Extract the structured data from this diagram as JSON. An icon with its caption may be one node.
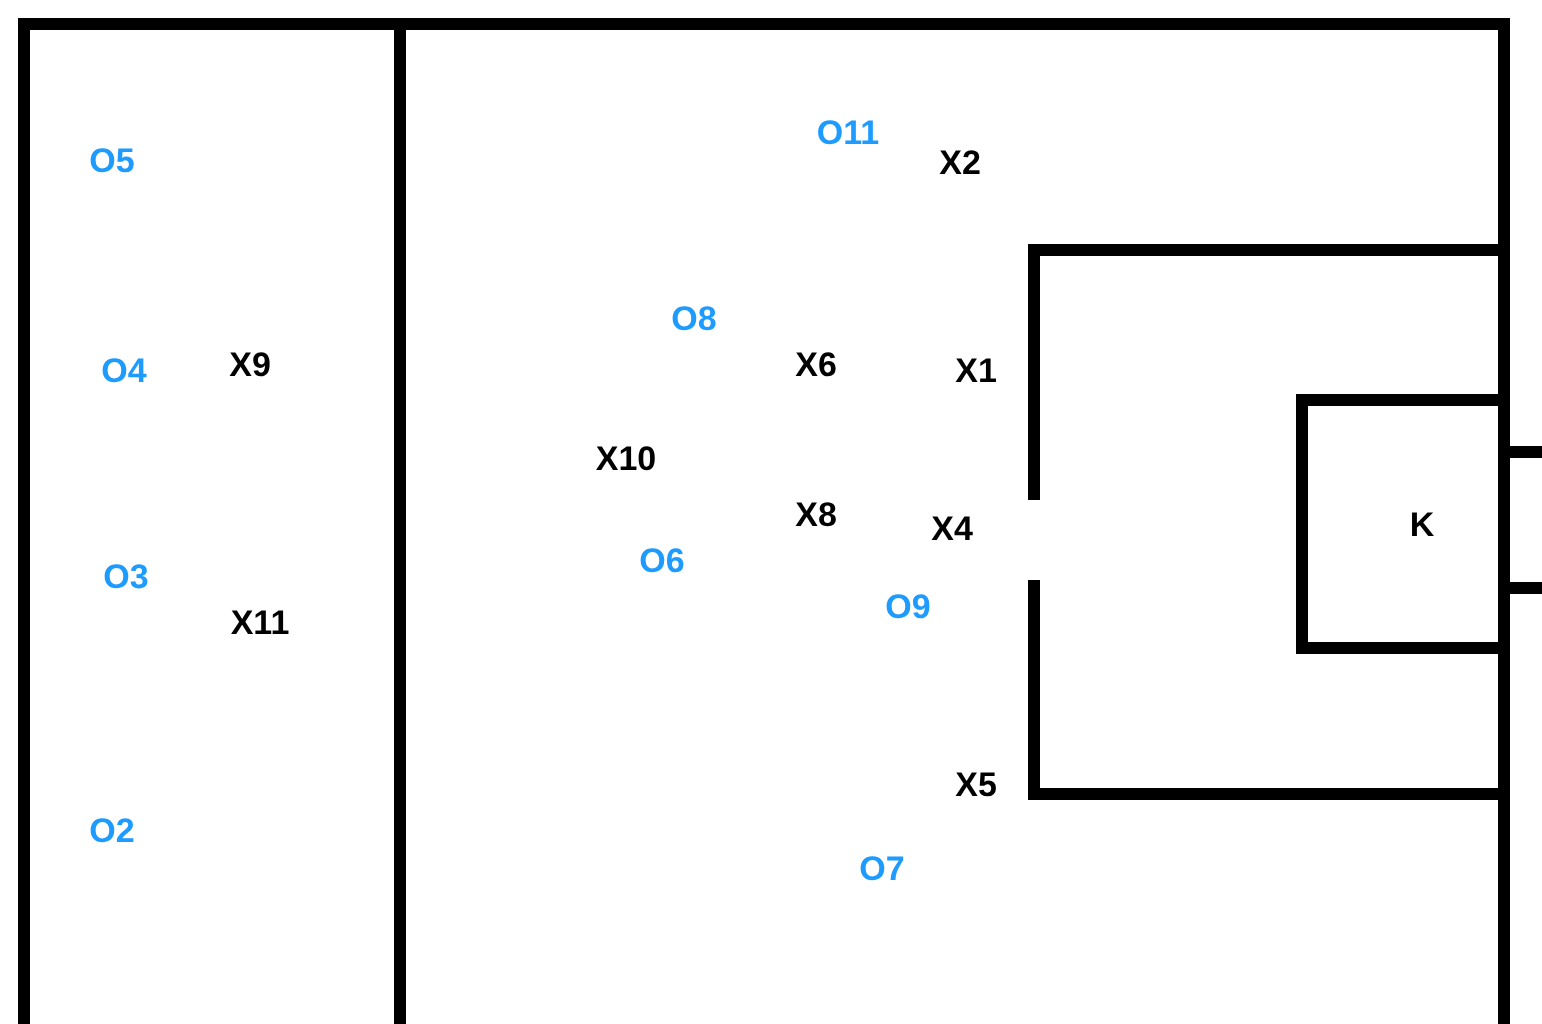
{
  "diagram": {
    "labels": [
      "O11",
      "O5",
      "X2",
      "O8",
      "O4",
      "X9",
      "X6",
      "X1",
      "X10",
      "X8",
      "X4",
      "K",
      "O3",
      "O6",
      "O9",
      "X11",
      "X5",
      "O2",
      "O7"
    ]
  }
}
